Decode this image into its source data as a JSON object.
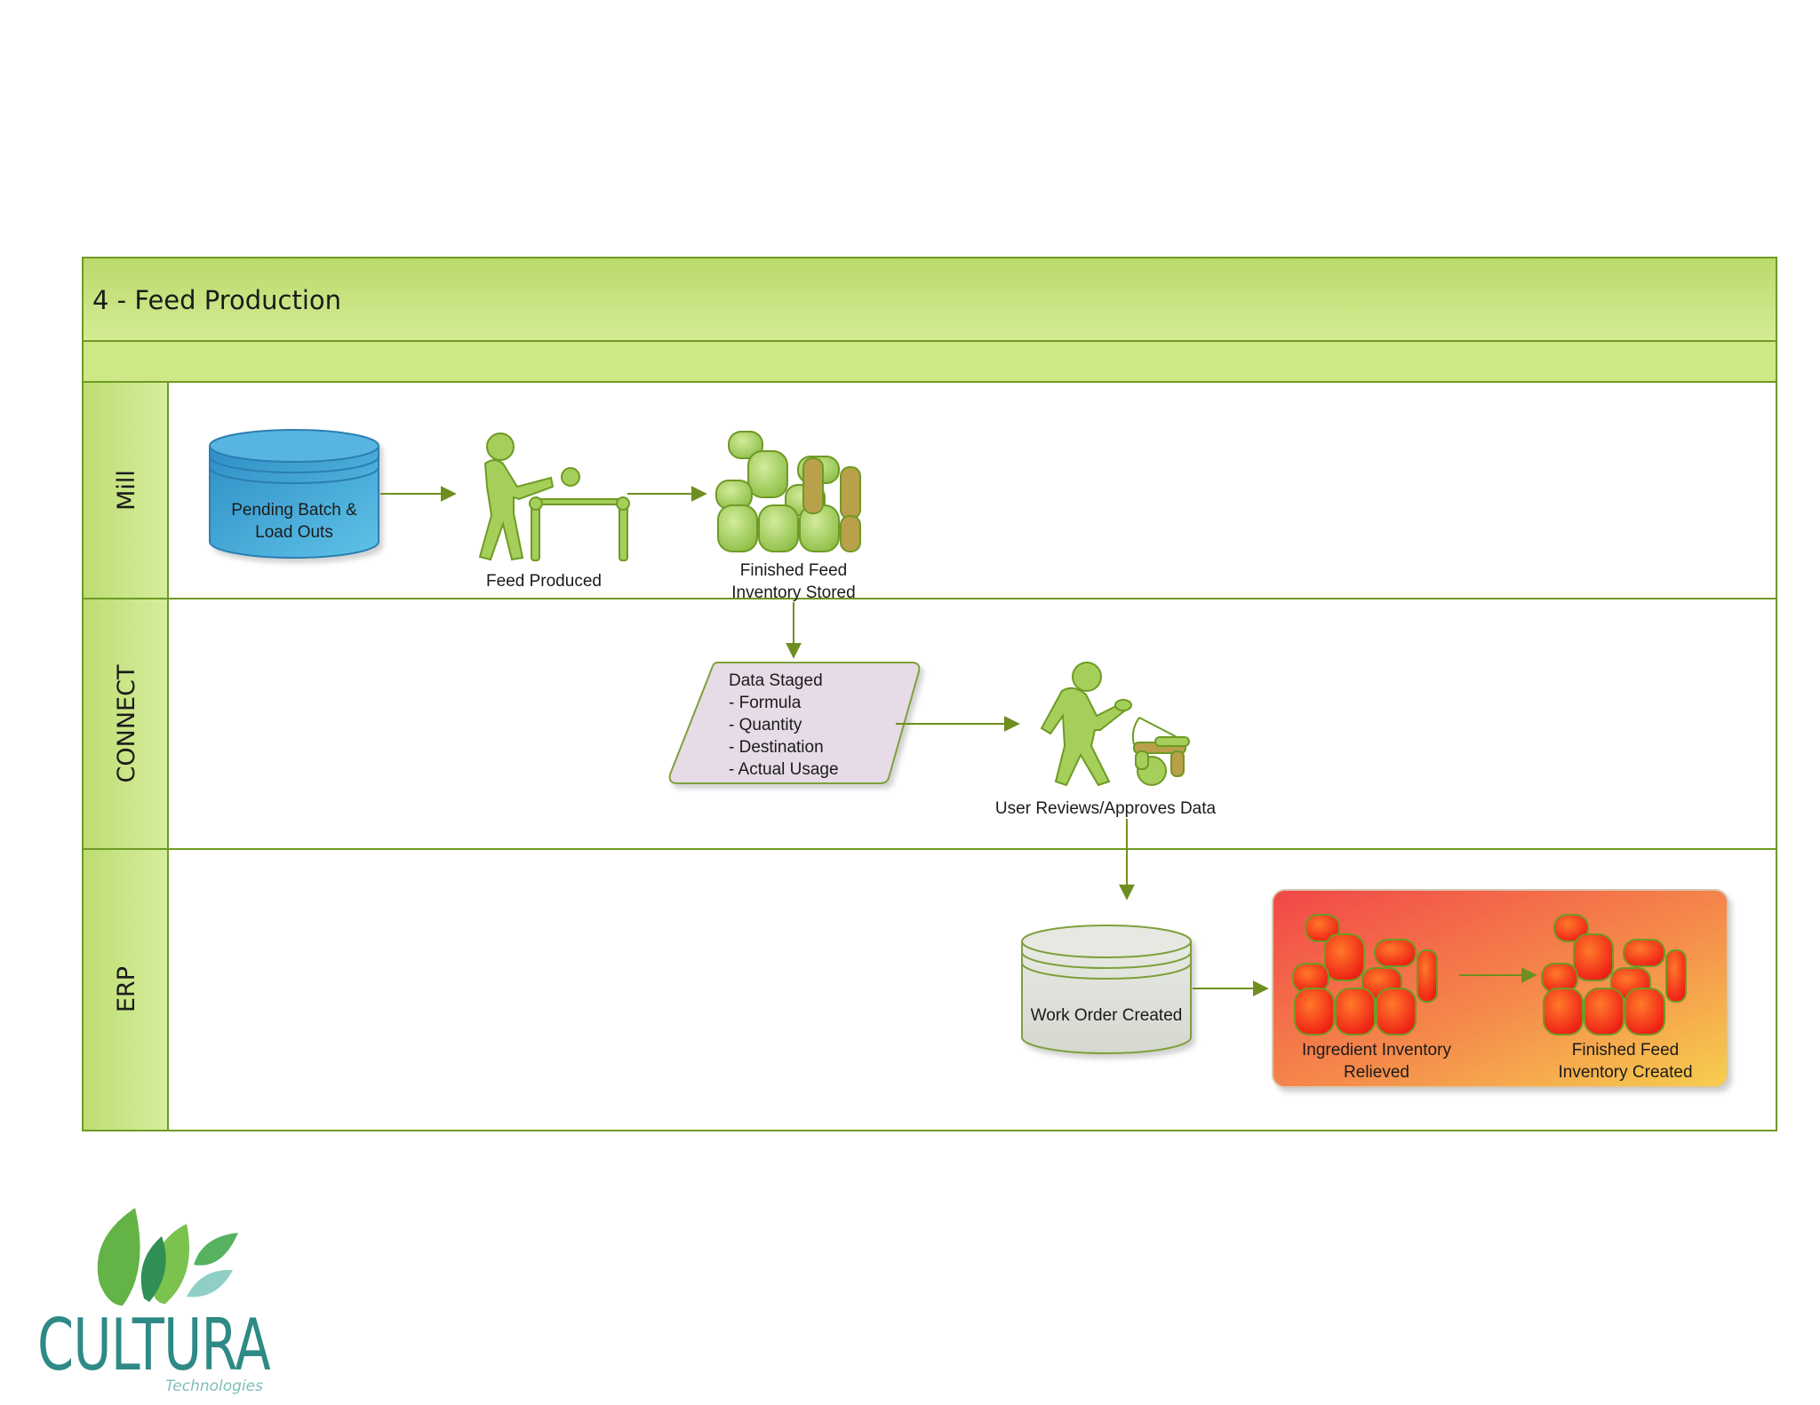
{
  "diagram": {
    "title": "4 - Feed Production",
    "lanes": [
      {
        "label": "Mill"
      },
      {
        "label": "CONNECT"
      },
      {
        "label": "ERP"
      }
    ],
    "nodes": {
      "pending_batch": {
        "lines": [
          "Pending Batch &",
          "Load Outs"
        ]
      },
      "feed_produced": {
        "lines": [
          "Feed Produced"
        ]
      },
      "finished_feed_stored": {
        "lines": [
          "Finished Feed",
          "Inventory Stored"
        ]
      },
      "data_staged": {
        "lines": [
          "Data Staged",
          "- Formula",
          "- Quantity",
          "- Destination",
          "- Actual Usage"
        ]
      },
      "user_reviews": {
        "lines": [
          "User Reviews/Approves Data"
        ]
      },
      "work_order": {
        "lines": [
          "Work Order Created"
        ]
      },
      "ingredient_relieved": {
        "lines": [
          "Ingredient Inventory",
          "Relieved"
        ]
      },
      "finished_feed_created": {
        "lines": [
          "Finished Feed",
          "Inventory Created"
        ]
      }
    }
  },
  "logo": {
    "name": "CULTURA",
    "sub": "Technologies"
  },
  "colors": {
    "lane_green": "#c6e37c",
    "border_green": "#6f9a24",
    "arrow": "#6f8e1f",
    "figure_green": "#9fcc55",
    "db_blue": "#4aa9d8",
    "parallelogram": "#e4d9e4",
    "erp_gradient_start": "#f04b4b",
    "erp_gradient_end": "#f6c84a",
    "logo_teal": "#2e8a84"
  }
}
